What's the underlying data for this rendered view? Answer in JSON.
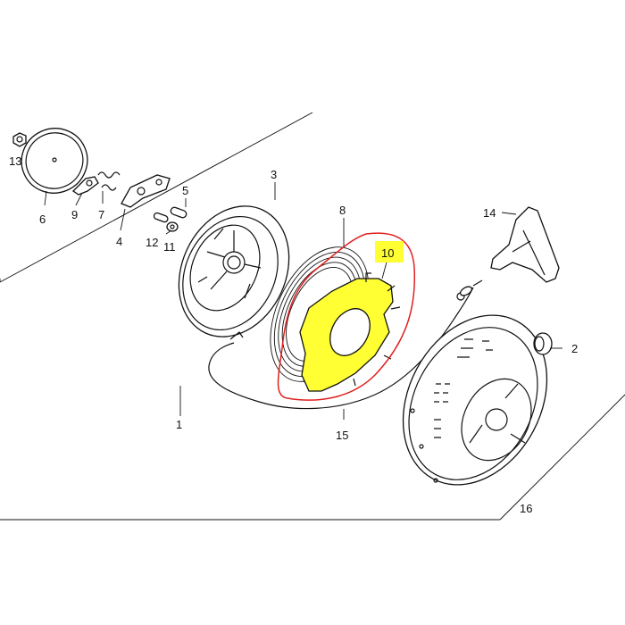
{
  "diagram": {
    "highlight_color": "#ffff33",
    "outline_color": "#e02020",
    "parts": [
      {
        "id": "p1",
        "number": "1"
      },
      {
        "id": "p2",
        "number": "2"
      },
      {
        "id": "p3",
        "number": "3"
      },
      {
        "id": "p4",
        "number": "4"
      },
      {
        "id": "p5",
        "number": "5"
      },
      {
        "id": "p6",
        "number": "6"
      },
      {
        "id": "p7",
        "number": "7"
      },
      {
        "id": "p8",
        "number": "8"
      },
      {
        "id": "p9",
        "number": "9"
      },
      {
        "id": "p10",
        "number": "10",
        "highlighted": true
      },
      {
        "id": "p11",
        "number": "11"
      },
      {
        "id": "p12",
        "number": "12"
      },
      {
        "id": "p13",
        "number": "13"
      },
      {
        "id": "p14",
        "number": "14"
      },
      {
        "id": "p15",
        "number": "15"
      },
      {
        "id": "p16",
        "number": "16"
      }
    ]
  }
}
